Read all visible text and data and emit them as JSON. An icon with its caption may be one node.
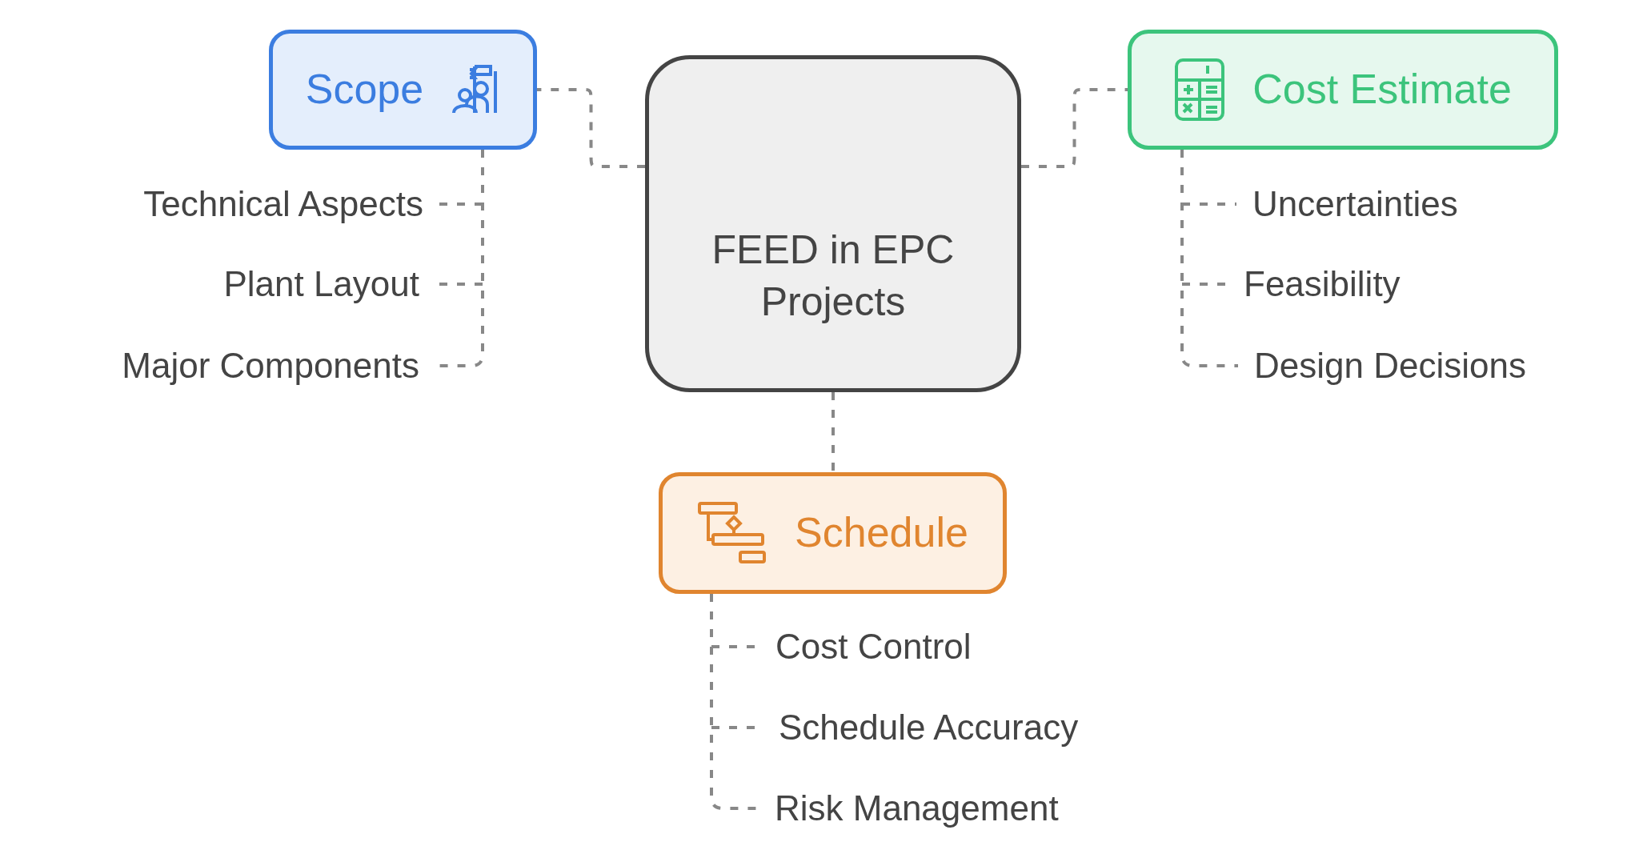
{
  "diagram": {
    "nodes": [
      {
        "text": [
          "FEED in EPC Projects"
        ]
      },
      {
        "text": [
          "Scope"
        ]
      },
      {
        "text": [
          "Cost Estimate"
        ]
      },
      {
        "text": [
          "Schedule"
        ]
      },
      {
        "text": [
          "Technical Aspects"
        ]
      },
      {
        "text": [
          "Plant Layout"
        ]
      },
      {
        "text": [
          "Major Components"
        ]
      },
      {
        "text": [
          "Uncertainties"
        ]
      },
      {
        "text": [
          "Feasibility"
        ]
      },
      {
        "text": [
          "Design Decisions"
        ]
      },
      {
        "text": [
          "Cost Control"
        ]
      },
      {
        "text": [
          "Schedule Accuracy"
        ]
      },
      {
        "text": [
          "Risk Management"
        ]
      }
    ],
    "edges": [
      {
        "from": 0,
        "to": 1,
        "arrow": "none",
        "style": "dashed"
      },
      {
        "from": 0,
        "to": 2,
        "arrow": "none",
        "style": "dashed"
      },
      {
        "from": 0,
        "to": 3,
        "arrow": "none",
        "style": "dashed"
      },
      {
        "from": 1,
        "to": 4,
        "arrow": "none",
        "style": "dashed"
      },
      {
        "from": 1,
        "to": 5,
        "arrow": "none",
        "style": "dashed"
      },
      {
        "from": 1,
        "to": 6,
        "arrow": "none",
        "style": "dashed"
      },
      {
        "from": 2,
        "to": 7,
        "arrow": "none",
        "style": "dashed"
      },
      {
        "from": 2,
        "to": 8,
        "arrow": "none",
        "style": "dashed"
      },
      {
        "from": 2,
        "to": 9,
        "arrow": "none",
        "style": "dashed"
      },
      {
        "from": 3,
        "to": 10,
        "arrow": "none",
        "style": "dashed"
      },
      {
        "from": 3,
        "to": 11,
        "arrow": "none",
        "style": "dashed"
      },
      {
        "from": 3,
        "to": 12,
        "arrow": "none",
        "style": "dashed"
      }
    ]
  }
}
